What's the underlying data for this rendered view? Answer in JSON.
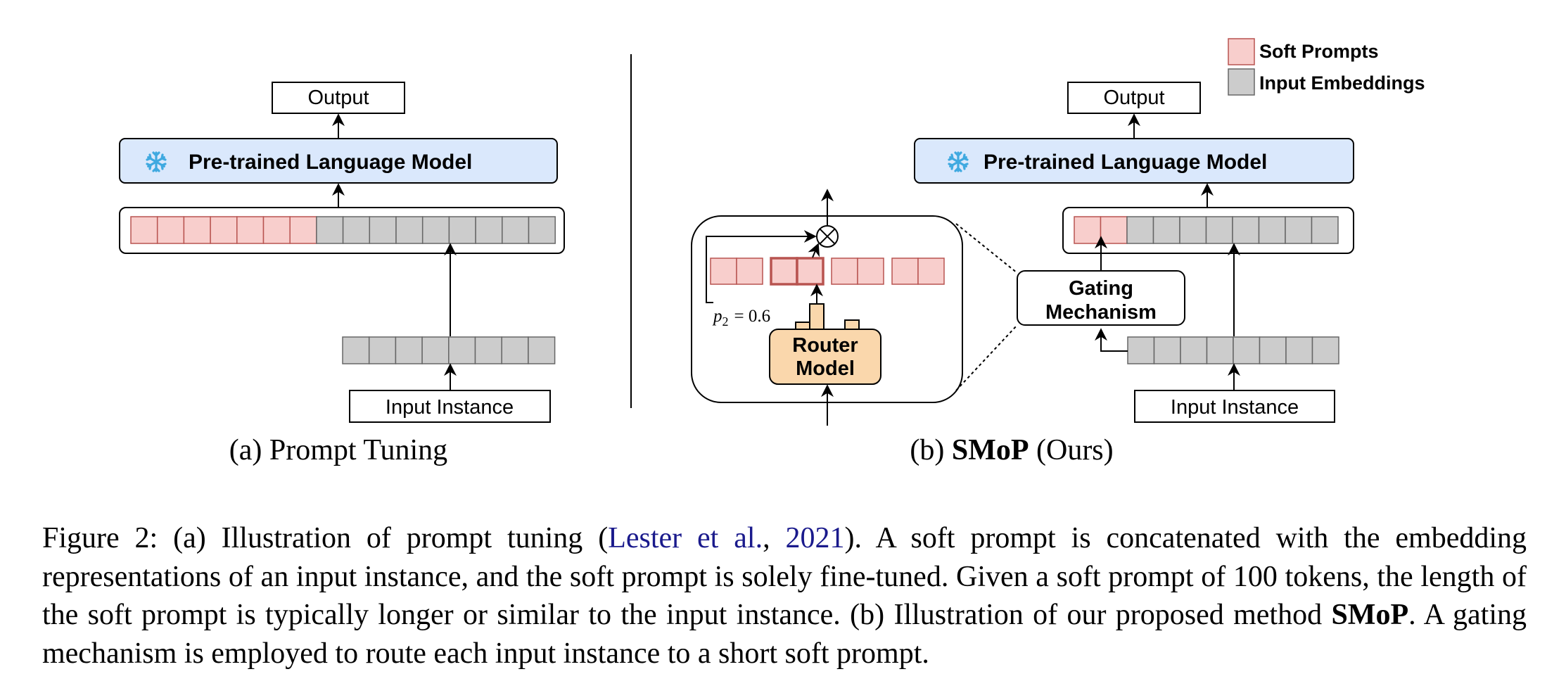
{
  "legend": {
    "soft_prompts": "Soft Prompts",
    "input_embeddings": "Input Embeddings"
  },
  "panel_a": {
    "output": "Output",
    "plm": "Pre-trained Language Model",
    "input_instance": "Input Instance",
    "subcaption": "(a) Prompt Tuning"
  },
  "panel_b": {
    "output": "Output",
    "plm": "Pre-trained Language Model",
    "input_instance": "Input Instance",
    "gating": [
      "Gating",
      "Mechanism"
    ],
    "router": [
      "Router",
      "Model"
    ],
    "prob_var": "p",
    "prob_sub": "2",
    "prob_val": "= 0.6",
    "subcaption_prefix": "(b) ",
    "subcaption_bold": "SMoP",
    "subcaption_suffix": " (Ours)"
  },
  "caption": {
    "p1": "Figure 2: (a) Illustration of prompt tuning (",
    "cite_author": "Lester et al.",
    "cite_sep": ", ",
    "cite_year": "2021",
    "p2": "). A soft prompt is concatenated with the embedding representations of an input instance, and the soft prompt is solely fine-tuned. Given a soft prompt of 100 tokens, the length of the soft prompt is typically longer or similar to the input instance. (b) Illustration of our proposed method ",
    "bold": "SMoP",
    "p3": ". A gating mechanism is employed to route each input instance to a short soft prompt."
  },
  "colors": {
    "soft_prompt_fill": "#f8cecc",
    "soft_prompt_stroke": "#b85450",
    "embedding_fill": "#cccccc",
    "plm_fill": "#dae8fc",
    "router_fill": "#fad7ac",
    "snowflake": "#3fa9e0",
    "citation": "#1a1a8c"
  },
  "icons": [
    "snowflake-icon",
    "multiply-circle-icon"
  ]
}
